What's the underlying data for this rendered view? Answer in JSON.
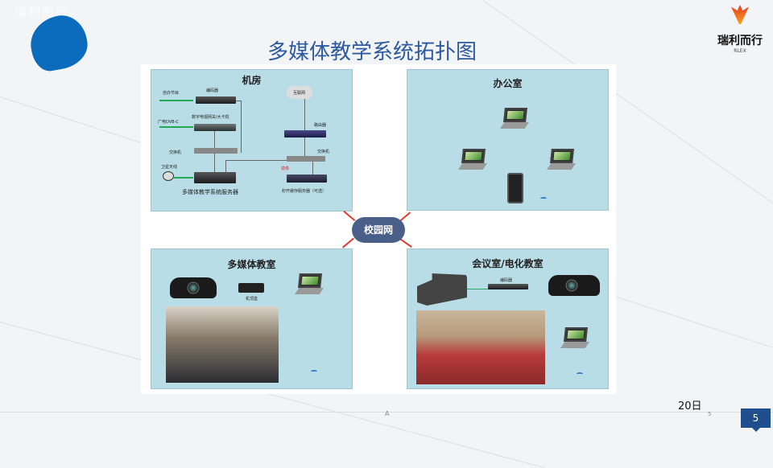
{
  "watermark": "瑞利而行",
  "title": "多媒体教学系统拓扑图",
  "logo": {
    "name": "瑞利而行",
    "sub": "RLEX"
  },
  "center": "校园网",
  "machine_room": {
    "title": "机房",
    "labels": {
      "self_program": "自办节目",
      "encoder": "编码器",
      "dvb": "广电DVB-C",
      "gateway": "数字电视网关/大卡机",
      "switch1": "交换机",
      "satellite": "卫星天线",
      "server": "多媒体教学系统服务器",
      "internet": "互联网",
      "router": "路由器",
      "switch2": "交换机",
      "mirror": "镜像",
      "cache": "秒开缓存服务器（可选）"
    }
  },
  "office": {
    "title": "办公室"
  },
  "classroom": {
    "title": "多媒体教室",
    "stb": "机顶盒"
  },
  "meeting": {
    "title": "会议室/电化教室",
    "encoder": "编码器"
  },
  "footer": {
    "date": "20日",
    "a": "A",
    "small_num": "5",
    "page": "5"
  },
  "colors": {
    "title": "#2c5aa0",
    "panel": "#b8dde6",
    "badge": "#1f4e8c",
    "accent": "#0b6bbd"
  }
}
